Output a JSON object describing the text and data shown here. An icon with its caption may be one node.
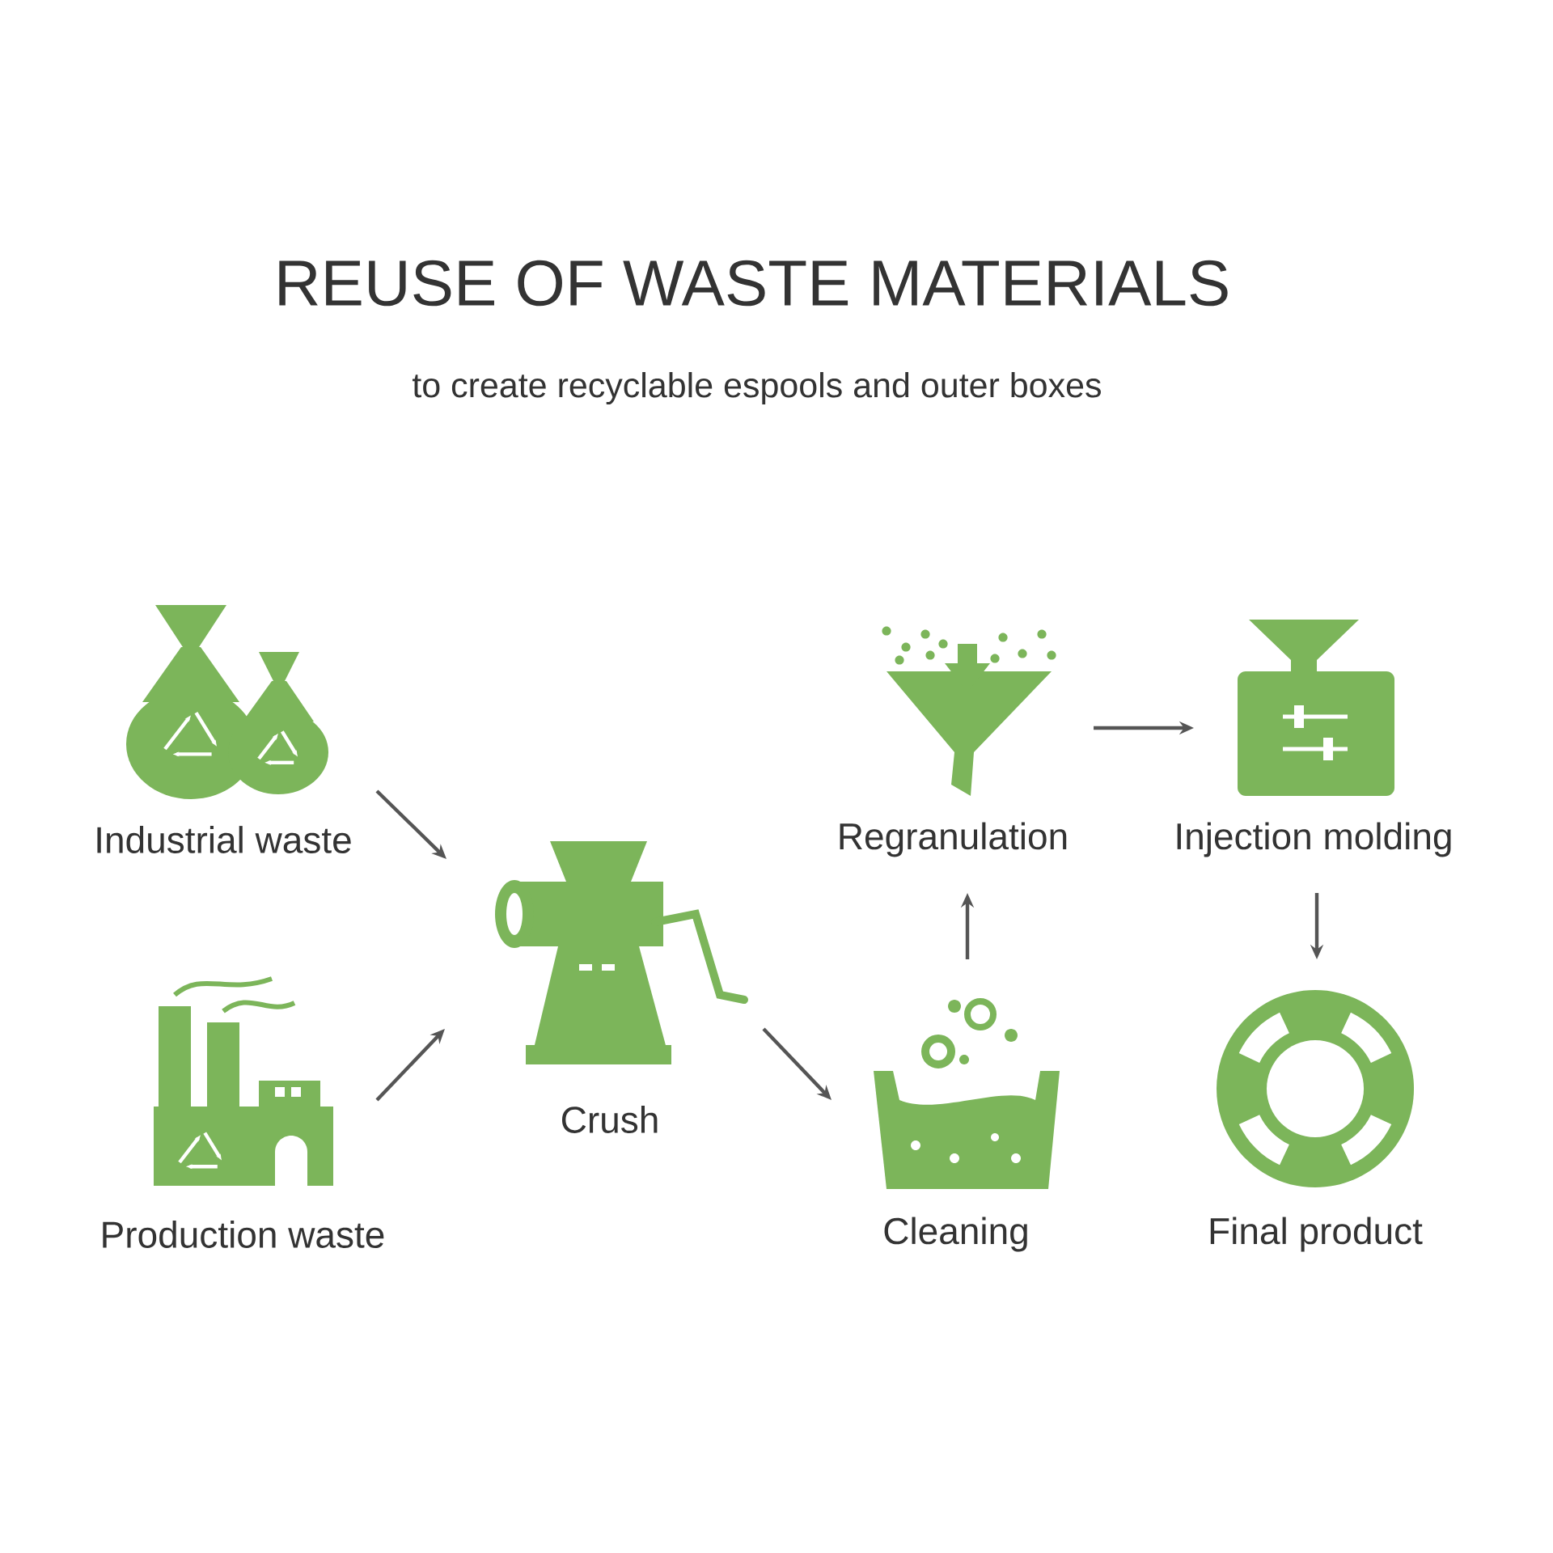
{
  "diagram": {
    "title": "REUSE OF WASTE MATERIALS",
    "nodes": [
      {
        "text": [
          "Industrial waste"
        ]
      },
      {
        "text": [
          "Production waste"
        ]
      },
      {
        "text": [
          "Crush"
        ]
      },
      {
        "text": [
          "Cleaning"
        ]
      },
      {
        "text": [
          "Regranulation"
        ]
      },
      {
        "text": [
          "Injection molding"
        ]
      },
      {
        "text": [
          "Final product"
        ]
      }
    ],
    "edges": [
      {
        "from": 0,
        "to": 2,
        "arrow": "to"
      },
      {
        "from": 1,
        "to": 2,
        "arrow": "to"
      },
      {
        "from": 2,
        "to": 3,
        "arrow": "to"
      },
      {
        "from": 3,
        "to": 4,
        "arrow": "to"
      },
      {
        "from": 4,
        "to": 5,
        "arrow": "to"
      },
      {
        "from": 5,
        "to": 6,
        "arrow": "to"
      }
    ],
    "labels": [
      "to create recyclable espools and outer boxes"
    ]
  }
}
